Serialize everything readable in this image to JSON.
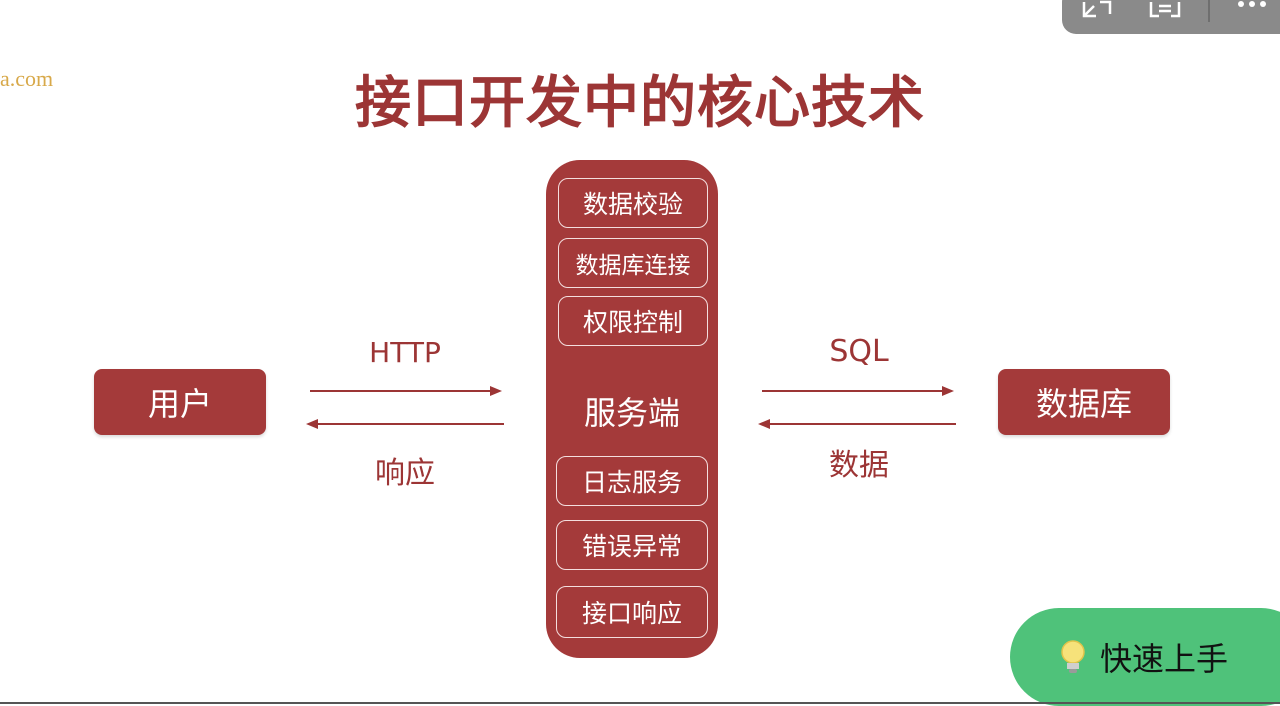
{
  "watermark": "a.com",
  "slide": {
    "title": "接口开发中的核心技术",
    "user_box": "用户",
    "database_box": "数据库",
    "server_label": "服务端",
    "modules_top": [
      "数据校验",
      "数据库连接",
      "权限控制"
    ],
    "modules_bottom": [
      "日志服务",
      "错误异常",
      "接口响应"
    ],
    "http_label": "HTTP",
    "response_label": "响应",
    "sql_label": "SQL",
    "data_label": "数据"
  },
  "quick_start": {
    "label": "快速上手",
    "icon": "lightbulb-icon"
  },
  "toolbar": {
    "icons": [
      "collapse-icon",
      "text-scan-icon",
      "more-icon"
    ]
  },
  "colors": {
    "accent": "#a43a3a",
    "title": "#9c3535",
    "quick_button": "#4fc27a"
  }
}
